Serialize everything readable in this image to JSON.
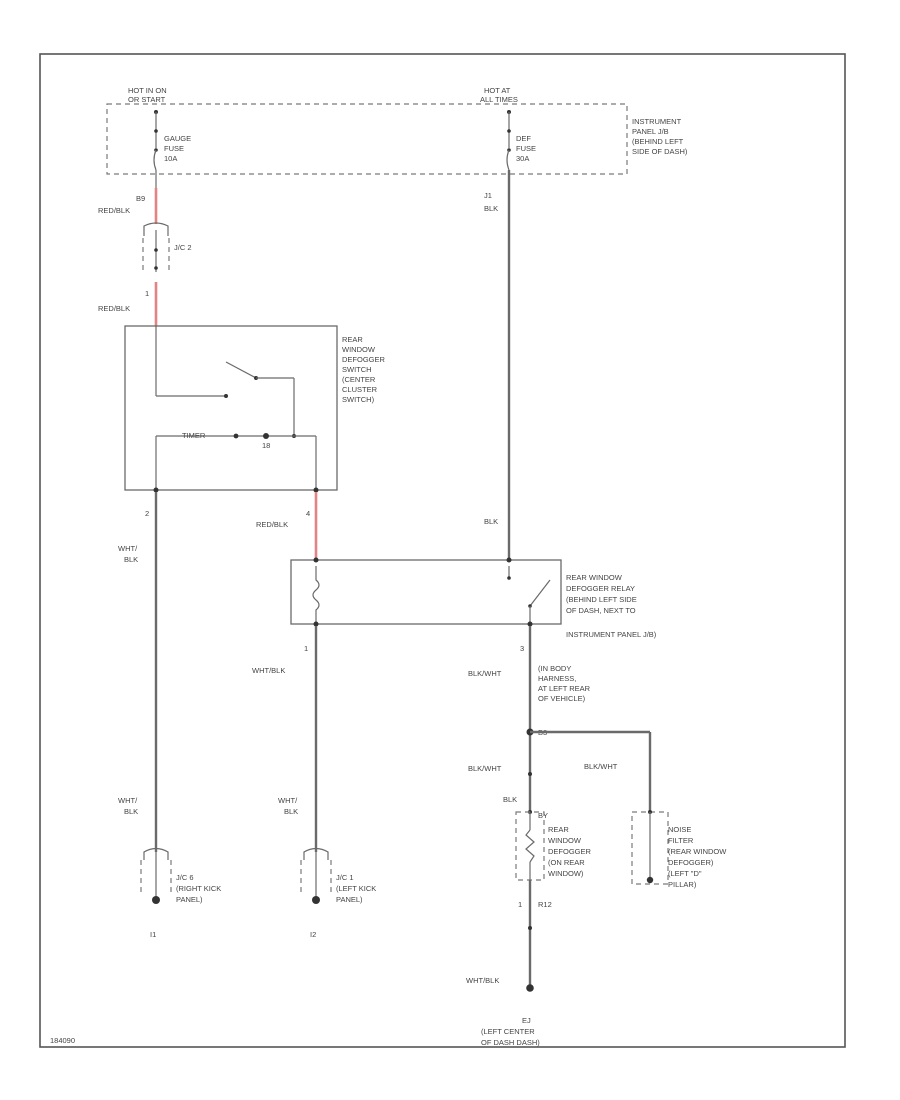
{
  "fuse_left": {
    "hot_line1": "HOT IN ON",
    "hot_line2": "OR START",
    "fuse_line1": "GAUGE",
    "fuse_line2": "FUSE",
    "fuse_line3": "10A"
  },
  "fuse_right": {
    "hot_line1": "HOT AT",
    "hot_line2": "ALL TIMES",
    "fuse_line1": "DEF",
    "fuse_line2": "FUSE",
    "fuse_line3": "30A"
  },
  "ip_jb": {
    "line1": "INSTRUMENT",
    "line2": "PANEL J/B",
    "line3": "(BEHIND LEFT",
    "line4": "SIDE OF DASH)"
  },
  "wires": {
    "w_b9": "B9",
    "w_redblk_1": "RED/BLK",
    "w_j1": "J1",
    "w_blk_1": "BLK",
    "w_redblk_2": "RED/BLK",
    "w_pin_1": "1",
    "w_redblk_3": "RED/BLK",
    "w_pin_4": "4",
    "w_pin_2": "2",
    "w_wht_blk_1a": "WHT/",
    "w_wht_blk_1b": "BLK",
    "w_blk_2": "BLK",
    "w_pin_1b": "1",
    "w_pin_3": "3",
    "w_wht_blk_2": "WHT/BLK",
    "w_blkwht_1": "BLK/WHT",
    "w_blkwht_2": "BLK/WHT",
    "w_blkwht_3": "BLK/WHT",
    "w_blk_3": "BLK",
    "w_wht_blk_3a": "WHT/",
    "w_wht_blk_3b": "BLK",
    "w_wht_blk_4a": "WHT/",
    "w_wht_blk_4b": "BLK",
    "w_pin_1c": "1",
    "w_whtblk_5": "WHT/BLK"
  },
  "jc2": "J/C 2",
  "defog_switch": {
    "line1": "REAR",
    "line2": "WINDOW",
    "line3": "DEFOGGER",
    "line4": "SWITCH",
    "line5": "(CENTER",
    "line6": "CLUSTER",
    "line7": "SWITCH)",
    "indicator": "TIMER"
  },
  "relay": {
    "line1": "REAR WINDOW",
    "line2": "DEFOGGER RELAY",
    "line3": "(BEHIND LEFT SIDE",
    "line4": "OF DASH, NEXT TO",
    "line5": "INSTRUMENT PANEL J/B)"
  },
  "splice": {
    "line1": "(IN BODY",
    "line2": "HARNESS,",
    "line3": "AT LEFT REAR",
    "line4": "OF VEHICLE)",
    "code": "B3"
  },
  "defogger": {
    "connector": "BY",
    "line1": "REAR",
    "line2": "WINDOW",
    "line3": "DEFOGGER",
    "line4": "(ON REAR",
    "line5": "WINDOW)",
    "pin": "R12"
  },
  "noise_filter": {
    "line1": "NOISE",
    "line2": "FILTER",
    "line3": "(REAR WINDOW",
    "line4": "DEFOGGER)",
    "line5": "(LEFT \"D\"",
    "line6": "PILLAR)"
  },
  "jc_right_kick": {
    "line1": "J/C 6",
    "line2": "(RIGHT KICK",
    "line3": "PANEL)",
    "ground": "I1"
  },
  "jc_left_kick": {
    "line1": "J/C 1",
    "line2": "(LEFT KICK",
    "line3": "PANEL)",
    "ground": "I2"
  },
  "ground_main": {
    "code": "EJ",
    "line1": "(LEFT CENTER",
    "line2": "OF DASH DASH)"
  },
  "diagram_id": "184090"
}
